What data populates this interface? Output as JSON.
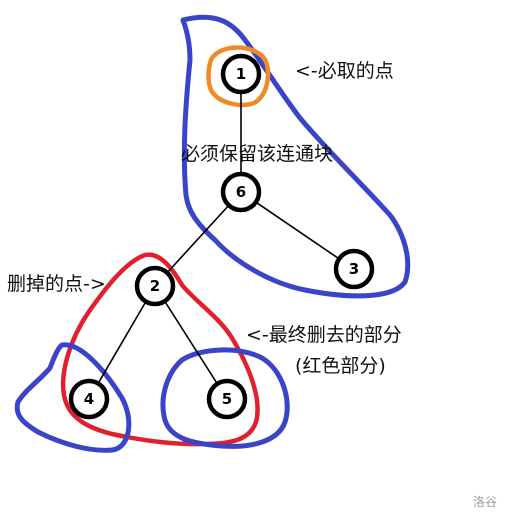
{
  "diagram": {
    "nodes": [
      {
        "id": "1",
        "label": "1"
      },
      {
        "id": "6",
        "label": "6"
      },
      {
        "id": "3",
        "label": "3"
      },
      {
        "id": "2",
        "label": "2"
      },
      {
        "id": "4",
        "label": "4"
      },
      {
        "id": "5",
        "label": "5"
      }
    ],
    "edges": [
      [
        "1",
        "6"
      ],
      [
        "6",
        "3"
      ],
      [
        "6",
        "2"
      ],
      [
        "2",
        "4"
      ],
      [
        "2",
        "5"
      ]
    ],
    "annotations": {
      "must_take": "<-必取的点",
      "must_keep": "必须保留该连通块",
      "deleted_point": "删掉的点->",
      "final_deleted": "<-最终删去的部分",
      "red_part": "(红色部分)"
    },
    "colors": {
      "blue": "#3a44c8",
      "red": "#e0202e",
      "orange": "#f08a24",
      "node_stroke": "#000000"
    }
  },
  "watermark": "洛谷"
}
